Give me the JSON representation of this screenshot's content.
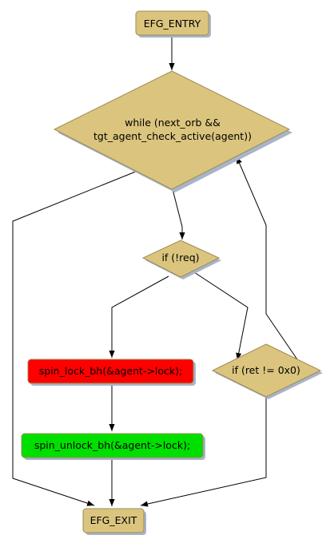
{
  "diagram": {
    "colors": {
      "node_fill": "#dbc57e",
      "node_stroke": "#9c8a54",
      "shadow": "#a8b4c8",
      "lock_fill": "#ff0000",
      "unlock_fill": "#00e000",
      "edge": "#000000"
    },
    "nodes": {
      "entry": {
        "label": "EFG_ENTRY"
      },
      "while": {
        "line1": "while (next_orb &&",
        "line2": "tgt_agent_check_active(agent))"
      },
      "if_req": {
        "label": "if (!req)"
      },
      "lock": {
        "label": "spin_lock_bh(&agent->lock);"
      },
      "unlock": {
        "label": "spin_unlock_bh(&agent->lock);"
      },
      "if_ret": {
        "label": "if (ret != 0x0)"
      },
      "exit": {
        "label": "EFG_EXIT"
      }
    }
  }
}
